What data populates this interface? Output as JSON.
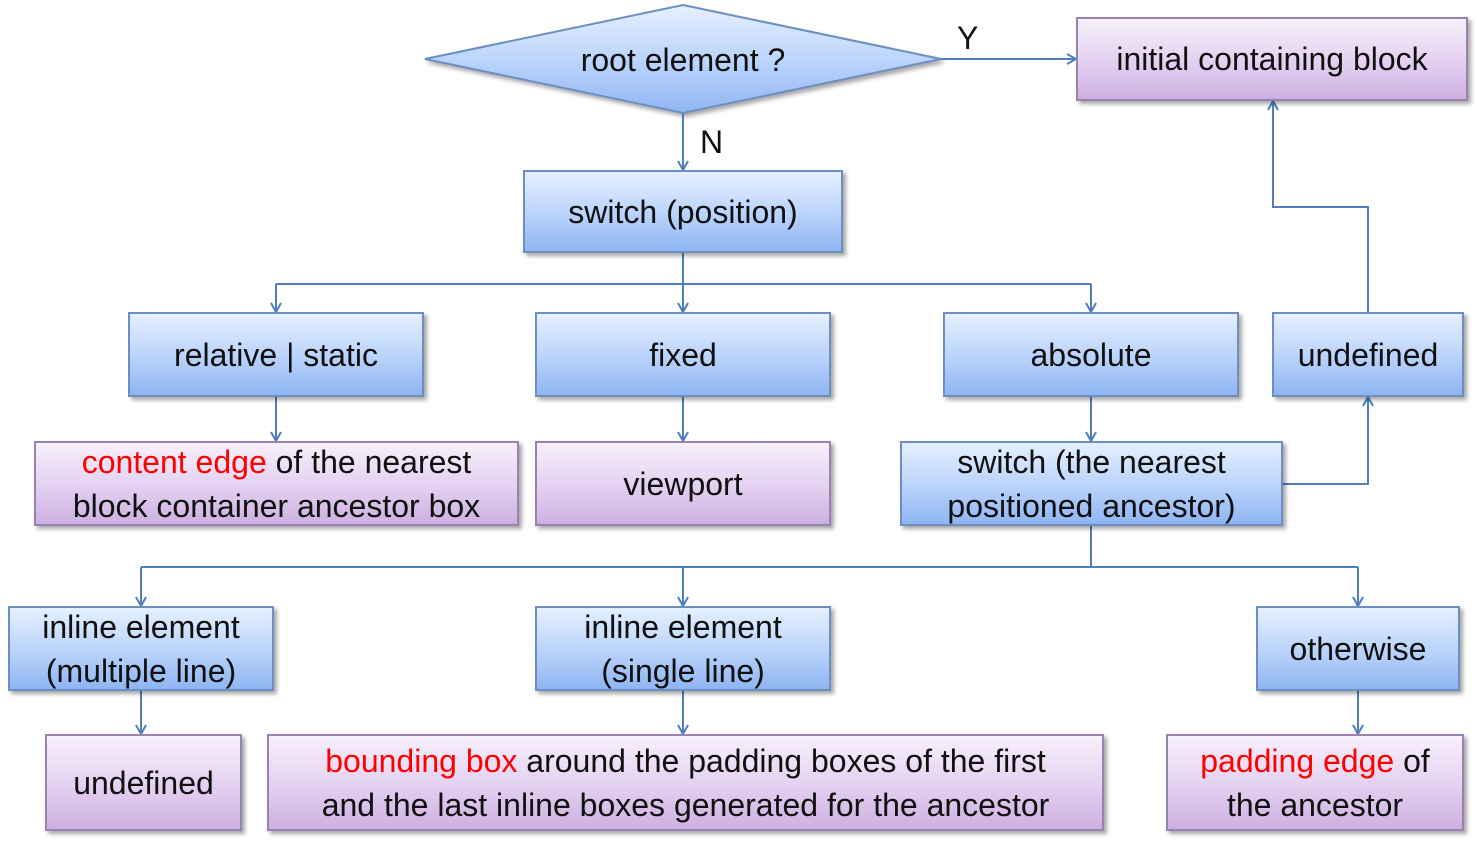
{
  "decision": {
    "label": "root element ?"
  },
  "edges": {
    "yes": "Y",
    "no": "N"
  },
  "nodes": {
    "initial_containing_block": "initial containing block",
    "switch_position": "switch (position)",
    "relative_static": "relative | static",
    "fixed": "fixed",
    "absolute": "absolute",
    "undefined_top": "undefined",
    "content_edge": {
      "highlight": "content edge",
      "rest_line1": " of the nearest",
      "line2": "block container ancestor box"
    },
    "viewport": "viewport",
    "switch_ancestor": {
      "line1": "switch (the nearest",
      "line2": "positioned ancestor)"
    },
    "inline_multiple": {
      "line1": "inline element",
      "line2": "(multiple line)"
    },
    "inline_single": {
      "line1": "inline element",
      "line2": "(single line)"
    },
    "otherwise": "otherwise",
    "undefined_bottom": "undefined",
    "bounding_box": {
      "highlight": "bounding box",
      "rest_line1": " around the padding boxes of the first",
      "line2": "and the last inline boxes generated for the ancestor"
    },
    "padding_edge": {
      "highlight": "padding edge",
      "rest_line1": " of",
      "line2": "the ancestor"
    }
  },
  "colors": {
    "line": "#4f7fbf",
    "highlight": "#ff0000",
    "decision_fill": "#8fb5f2",
    "process_fill": "#b8d2fb",
    "terminal_fill": "#e3d0f0"
  }
}
